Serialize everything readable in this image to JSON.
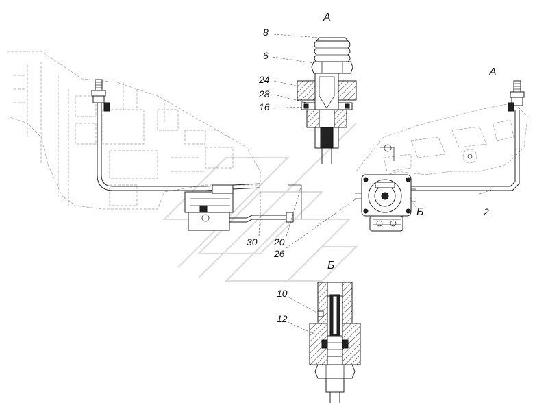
{
  "section_labels": {
    "view_a_top": "А",
    "view_a_right": "А",
    "view_b_label": "Б",
    "section_b": "Б"
  },
  "callouts": {
    "c8": "8",
    "c6": "6",
    "c24": "24",
    "c28": "28",
    "c16": "16",
    "c2": "2",
    "c30": "30",
    "c20": "20",
    "c26": "26",
    "c10": "10",
    "c12": "12"
  }
}
